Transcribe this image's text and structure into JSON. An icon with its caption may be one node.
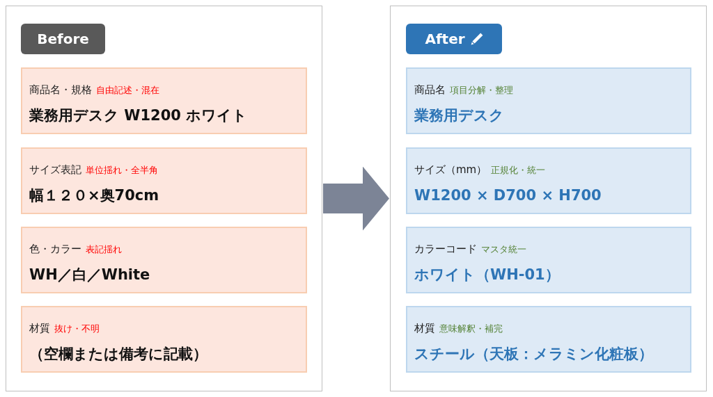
{
  "diagram": {
    "nodes": [
      {
        "text": [],
        "shape": "box"
      },
      {
        "text": [
          "Before"
        ],
        "in": 0
      },
      {
        "text": [
          "商品名・規格",
          "自由記述・混在",
          "業務用デスク W1200 ホワイト"
        ],
        "in": 0
      },
      {
        "text": [
          "サイズ表記",
          "単位揺れ・全半角",
          "幅１２０×奥70cm"
        ],
        "in": 0
      },
      {
        "text": [
          "色・カラー",
          "表記揺れ",
          "WH／白／White"
        ],
        "in": 0
      },
      {
        "text": [
          "材質",
          "抜け・不明",
          "（空欄または備考に記載）"
        ],
        "in": 0
      },
      {
        "text": [],
        "shape": "box"
      },
      {
        "text": [
          "After"
        ],
        "in": 6
      },
      {
        "text": [
          "商品名",
          "項目分解・整理",
          "業務用デスク"
        ],
        "in": 6
      },
      {
        "text": [
          "サイズ（mm）",
          "正規化・統一",
          "W1200 × D700 × H700"
        ],
        "in": 6
      },
      {
        "text": [
          "カラーコード",
          "マスタ統一",
          "ホワイト（WH-01）"
        ],
        "in": 6
      },
      {
        "text": [
          "材質",
          "意味解釈・補完",
          "スチール（天板：メラミン化粧板）"
        ],
        "in": 6
      }
    ],
    "edges": [
      {
        "from": 0,
        "to": 6,
        "arrow": "to"
      }
    ]
  }
}
